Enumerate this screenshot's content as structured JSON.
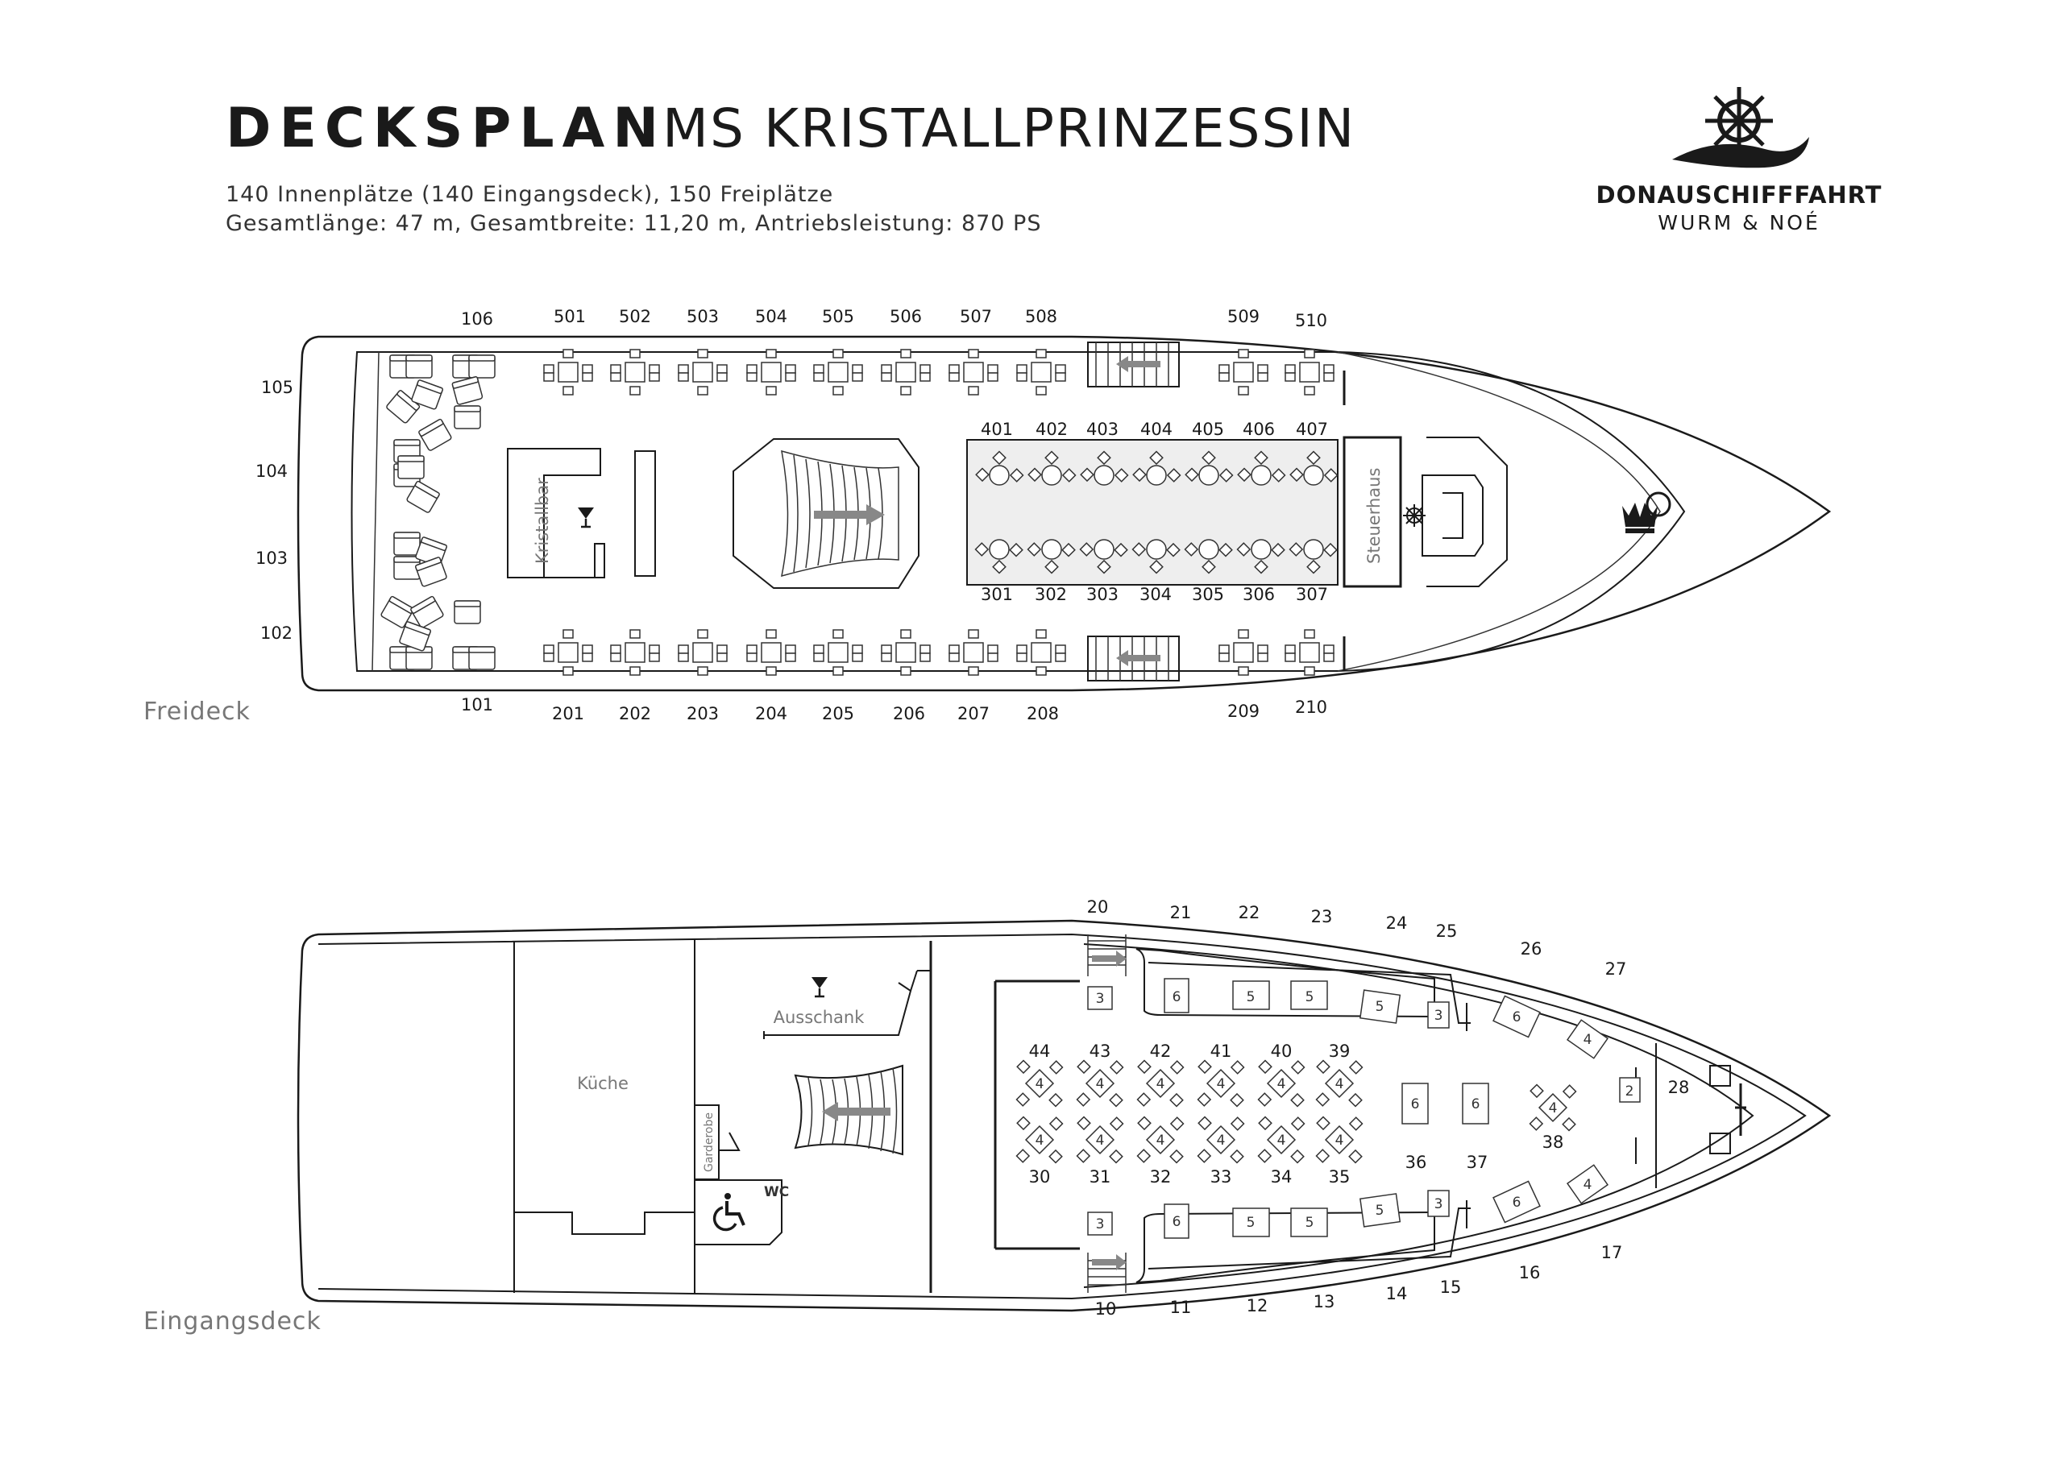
{
  "header": {
    "title": "DECKSPLAN",
    "ship_name": "MS KRISTALLPRINZESSIN",
    "info_line1": "140 Innenplätze (140 Eingangsdeck), 150 Freiplätze",
    "info_line2": "Gesamtlänge: 47 m, Gesamtbreite: 11,20 m, Antriebsleistung: 870 PS"
  },
  "logo": {
    "name": "DONAUSCHIFFFAHRT",
    "subtitle": "WURM & NOÉ",
    "icon": "ship-wheel-icon"
  },
  "freideck": {
    "label": "Freideck",
    "rooms": {
      "bar": "Kristallbar",
      "wheelhouse": "Steuerhaus"
    },
    "seats_port_bow": [
      "101",
      "102",
      "103",
      "104",
      "105",
      "106"
    ],
    "top_row": [
      "501",
      "502",
      "503",
      "504",
      "505",
      "506",
      "507",
      "508",
      "509",
      "510"
    ],
    "bottom_row": [
      "201",
      "202",
      "203",
      "204",
      "205",
      "206",
      "207",
      "208",
      "209",
      "210"
    ],
    "covered_top": [
      "401",
      "402",
      "403",
      "404",
      "405",
      "406",
      "407"
    ],
    "covered_bottom": [
      "301",
      "302",
      "303",
      "304",
      "305",
      "306",
      "307"
    ]
  },
  "eingangsdeck": {
    "label": "Eingangsdeck",
    "rooms": {
      "kitchen": "Küche",
      "bar": "Ausschank",
      "cloakroom": "Garderobe",
      "wc": "WC"
    },
    "hull_top_numbers": [
      "20",
      "21",
      "22",
      "23",
      "24",
      "25",
      "26",
      "27",
      "28"
    ],
    "hull_bottom_numbers": [
      "10",
      "11",
      "12",
      "13",
      "14",
      "15",
      "16",
      "17"
    ],
    "tables_top_labels": [
      "44",
      "43",
      "42",
      "41",
      "40",
      "39"
    ],
    "tables_bottom_labels": [
      "30",
      "31",
      "32",
      "33",
      "34",
      "35"
    ],
    "mid_labels": [
      "36",
      "37",
      "38"
    ],
    "table_capacity_top_side": [
      "3",
      "6",
      "5",
      "5",
      "5",
      "3",
      "6",
      "4",
      "2"
    ],
    "table_capacity_bottom_side": [
      "3",
      "6",
      "5",
      "5",
      "5",
      "3",
      "6",
      "4"
    ],
    "table_capacity_center": "4",
    "table_capacity_six": "6"
  }
}
